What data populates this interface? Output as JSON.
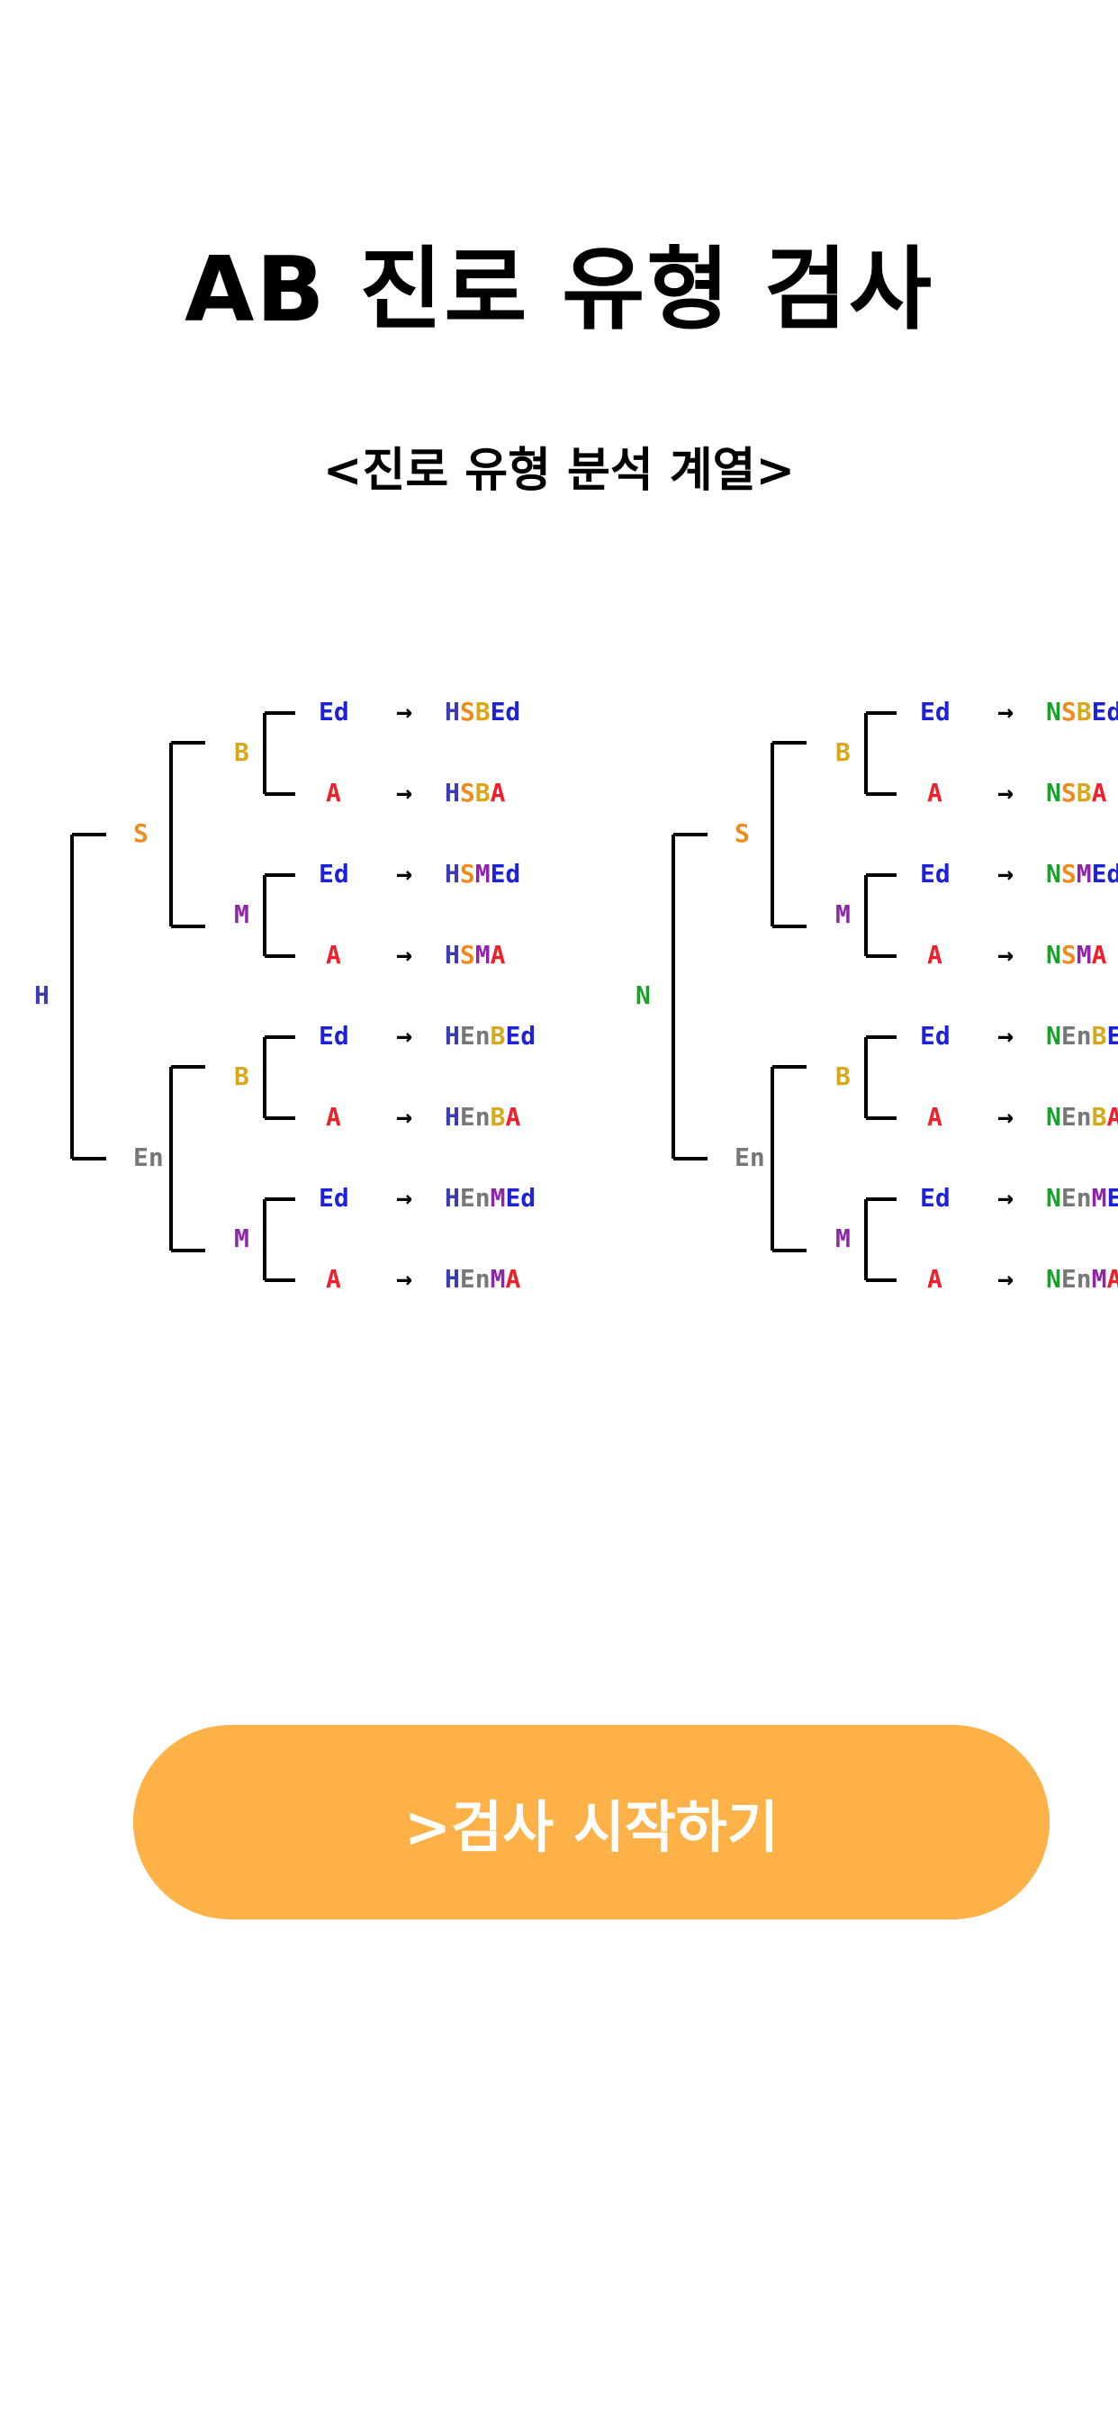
{
  "title": "AB 진로 유형 검사",
  "subtitle": "<진로 유형 분석 계열>",
  "start_button_label": ">검사 시작하기",
  "colors": {
    "button": "#FDB146",
    "H": "#3B3BB8",
    "N": "#1E9E2E",
    "S": "#F08A1C",
    "En": "#777777",
    "B": "#D6A81A",
    "M": "#8E24AA",
    "Ed": "#1E22D6",
    "A": "#F0202A",
    "line": "#000000"
  },
  "tree": {
    "arrow": "→",
    "groups": [
      {
        "root": "H",
        "branches": [
          {
            "label": "S",
            "children": [
              {
                "label": "B",
                "leaves": [
                  {
                    "label": "Ed",
                    "result": "HSBEd"
                  },
                  {
                    "label": "A",
                    "result": "HSBA"
                  }
                ]
              },
              {
                "label": "M",
                "leaves": [
                  {
                    "label": "Ed",
                    "result": "HSMEd"
                  },
                  {
                    "label": "A",
                    "result": "HSMA"
                  }
                ]
              }
            ]
          },
          {
            "label": "En",
            "children": [
              {
                "label": "B",
                "leaves": [
                  {
                    "label": "Ed",
                    "result": "HEnBEd"
                  },
                  {
                    "label": "A",
                    "result": "HEnBA"
                  }
                ]
              },
              {
                "label": "M",
                "leaves": [
                  {
                    "label": "Ed",
                    "result": "HEnMEd"
                  },
                  {
                    "label": "A",
                    "result": "HEnMA"
                  }
                ]
              }
            ]
          }
        ]
      },
      {
        "root": "N",
        "branches": [
          {
            "label": "S",
            "children": [
              {
                "label": "B",
                "leaves": [
                  {
                    "label": "Ed",
                    "result": "NSBEd"
                  },
                  {
                    "label": "A",
                    "result": "NSBA"
                  }
                ]
              },
              {
                "label": "M",
                "leaves": [
                  {
                    "label": "Ed",
                    "result": "NSMEd"
                  },
                  {
                    "label": "A",
                    "result": "NSMA"
                  }
                ]
              }
            ]
          },
          {
            "label": "En",
            "children": [
              {
                "label": "B",
                "leaves": [
                  {
                    "label": "Ed",
                    "result": "NEnBEd"
                  },
                  {
                    "label": "A",
                    "result": "NEnBA"
                  }
                ]
              },
              {
                "label": "M",
                "leaves": [
                  {
                    "label": "Ed",
                    "result": "NEnMEd"
                  },
                  {
                    "label": "A",
                    "result": "NEnMA"
                  }
                ]
              }
            ]
          }
        ]
      }
    ]
  }
}
